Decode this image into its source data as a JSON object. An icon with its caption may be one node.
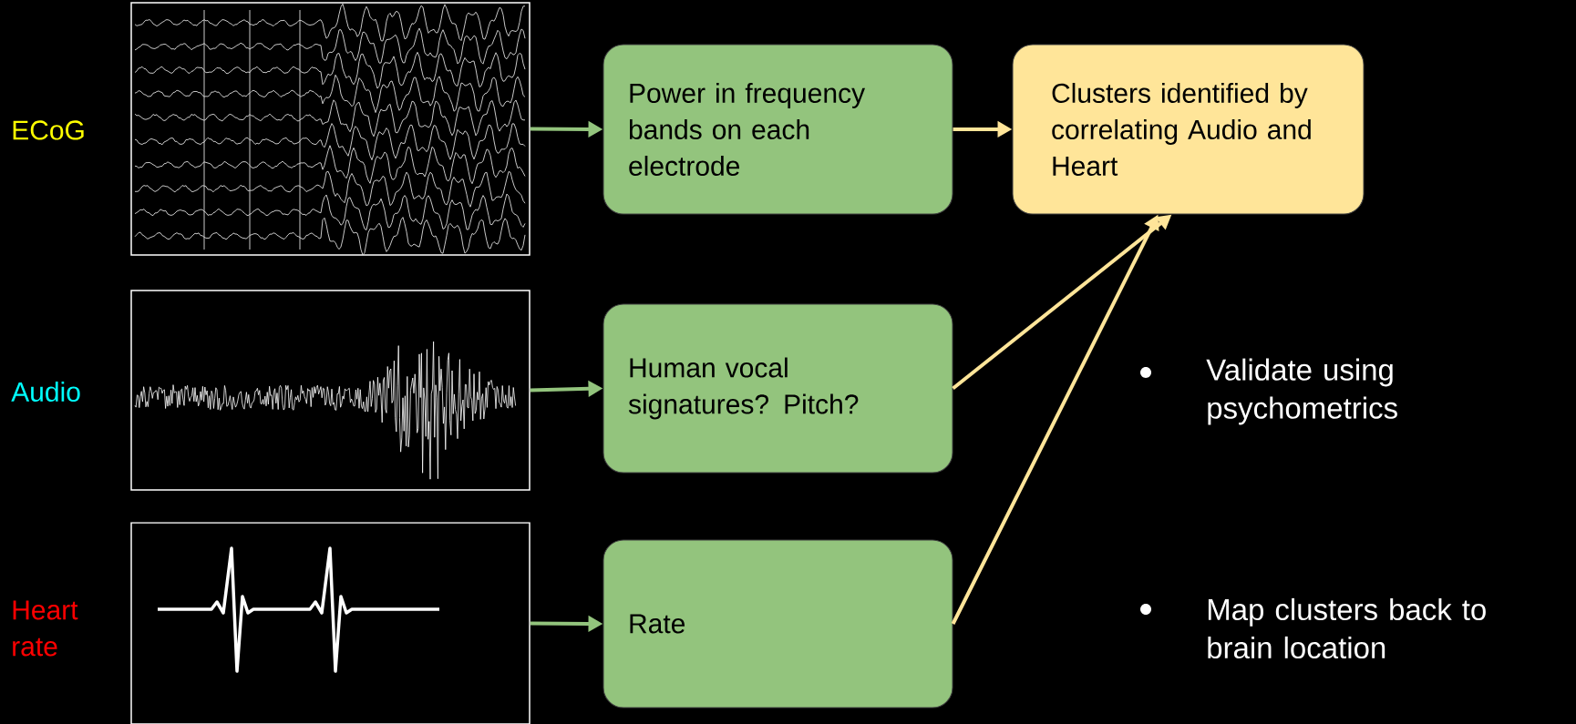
{
  "diagram": {
    "nodes": [
      {
        "text": [],
        "shape": "picture",
        "beside": [
          "ECoG"
        ]
      },
      {
        "text": [],
        "shape": "picture",
        "beside": [
          "Audio"
        ]
      },
      {
        "text": [],
        "shape": "picture",
        "beside": [
          "Heart rate"
        ]
      },
      {
        "text": [
          "Power in frequency bands on each electrode"
        ]
      },
      {
        "text": [
          "Human vocal signatures? Pitch?"
        ]
      },
      {
        "text": [
          "Rate"
        ]
      },
      {
        "text": [
          "Clusters identified by correlating Audio and Heart"
        ]
      }
    ],
    "edges": [
      {
        "from": 0,
        "to": 3,
        "arrow": "to",
        "color": "#93c47d"
      },
      {
        "from": 1,
        "to": 4,
        "arrow": "to",
        "color": "#93c47d"
      },
      {
        "from": 2,
        "to": 5,
        "arrow": "to",
        "color": "#93c47d"
      },
      {
        "from": 3,
        "to": 6,
        "arrow": "to",
        "color": "#ffe599"
      },
      {
        "from": 4,
        "to": 6,
        "arrow": "to",
        "color": "#ffe599"
      },
      {
        "from": 5,
        "to": 6,
        "arrow": "to",
        "color": "#ffe599"
      }
    ],
    "labels": [
      "Validate using psychometrics",
      "Map clusters back to brain location"
    ]
  }
}
